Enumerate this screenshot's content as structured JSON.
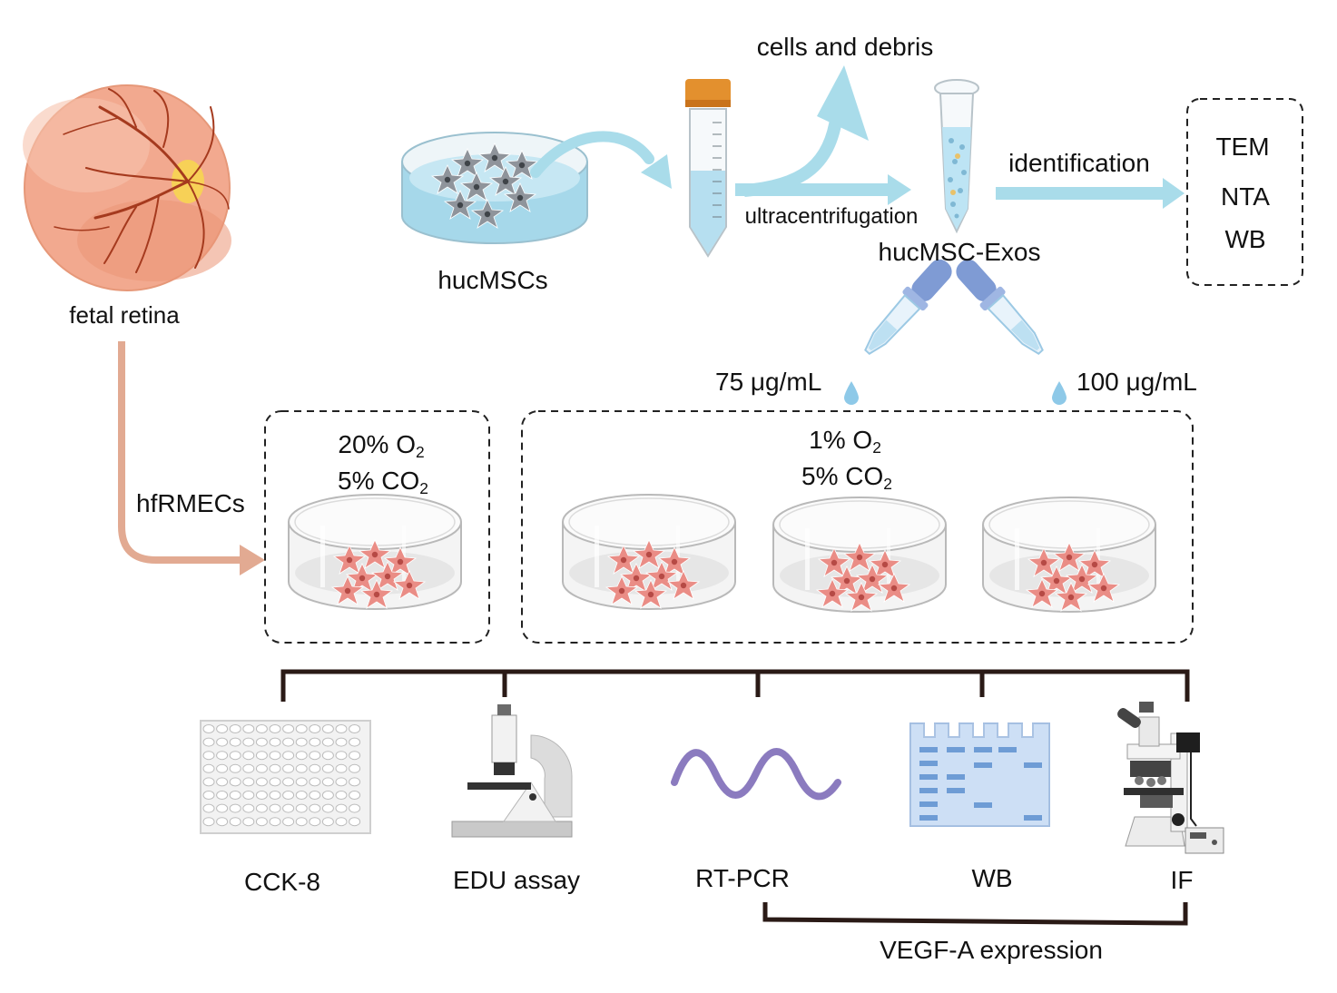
{
  "labels": {
    "fetal_retina": "fetal retina",
    "hucmscs": "hucMSCs",
    "cells_debris": "cells and debris",
    "ultracentrifugation": "ultracentrifugation",
    "hucmsc_exos": "hucMSC-Exos",
    "identification": "identification",
    "hfrmecs": "hfRMECs",
    "dose_75": "75 μg/mL",
    "dose_100": "100 μg/mL",
    "vegf": "VEGF-A expression"
  },
  "identification_methods": [
    "TEM",
    "NTA",
    "WB"
  ],
  "normoxia": {
    "o2_value": "20% O",
    "o2_sub": "2",
    "co2_value": "5% CO",
    "co2_sub": "2"
  },
  "hypoxia": {
    "o2_value": "1% O",
    "o2_sub": "2",
    "co2_value": "5% CO",
    "co2_sub": "2"
  },
  "assays": [
    "CCK-8",
    "EDU assay",
    "RT-PCR",
    "WB",
    "IF"
  ],
  "colors": {
    "arrow_blue": "#a9dcea",
    "arrow_salmon": "#e2aa92",
    "cell_red": "#e98782",
    "bracket": "#2a1a16",
    "retina": "#f2a98f",
    "vessel": "#a53a1e",
    "wave": "#8b7bbf"
  }
}
